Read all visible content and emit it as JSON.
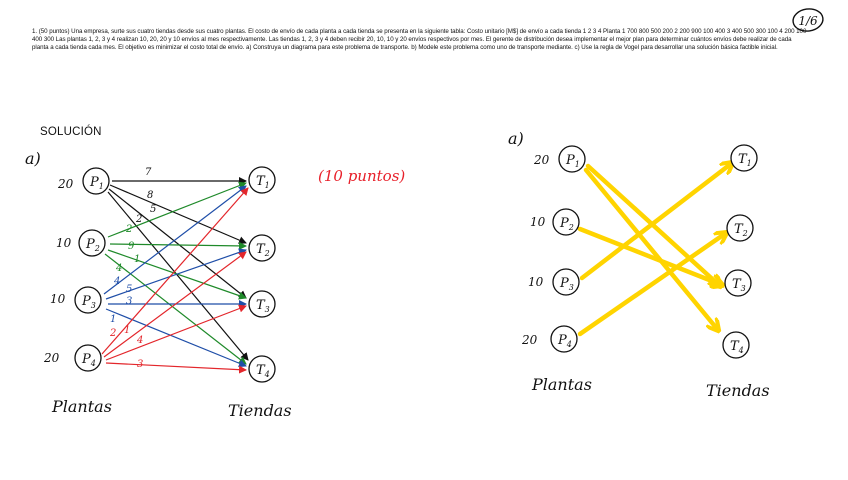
{
  "document": {
    "problem_text": "1. (50 puntos) Una empresa, surte sus cuatro tiendas desde sus cuatro plantas. El costo de envío de cada planta a cada tienda se presenta en la siguiente tabla: Costo unitario [M$] de envío a cada tienda 1 2 3 4 Planta 1 700 800 500 200 2 200 900 100 400 3 400 500 300 100 4 200 100 400 300 Las plantas 1, 2, 3 y 4 realizan 10, 20, 20 y 10 envíos al mes respectivamente. Las tiendas 1, 2, 3 y 4 deben recibir 20, 10, 10 y 20 envíos respectivos por mes. El gerente de distribución desea implementar el mejor plan para determinar cuántos envíos debe realizar de cada planta a cada tienda cada mes. El objetivo es minimizar el costo total de envío. a) Construya un diagrama para este problema de transporte. b) Modele este problema como uno de transporte mediante. c) Use la regla de Vogel para desarrollar una solución básica factible inicial.",
    "page_number": "1/6",
    "solution_heading": "SOLUCIÓN",
    "points_note": "(10 puntos)"
  },
  "diagram_left": {
    "part_label": "a)",
    "plants": [
      {
        "name": "P",
        "sub": "1",
        "supply": "20"
      },
      {
        "name": "P",
        "sub": "2",
        "supply": "10"
      },
      {
        "name": "P",
        "sub": "3",
        "supply": "10"
      },
      {
        "name": "P",
        "sub": "4",
        "supply": "20"
      }
    ],
    "stores": [
      {
        "name": "T",
        "sub": "1"
      },
      {
        "name": "T",
        "sub": "2"
      },
      {
        "name": "T",
        "sub": "3"
      },
      {
        "name": "T",
        "sub": "4"
      }
    ],
    "cost_labels": {
      "p1": [
        "7",
        "8",
        "5",
        "2"
      ],
      "p2": [
        "2",
        "9",
        "1",
        "4"
      ],
      "p3": [
        "4",
        "5",
        "3",
        "1"
      ],
      "p4": [
        "2",
        "1",
        "4",
        "3"
      ]
    },
    "footer_plants": "Plantas",
    "footer_stores": "Tiendas"
  },
  "diagram_right": {
    "part_label": "a)",
    "plants": [
      {
        "name": "P",
        "sub": "1",
        "supply": "20"
      },
      {
        "name": "P",
        "sub": "2",
        "supply": "10"
      },
      {
        "name": "P",
        "sub": "3",
        "supply": "10"
      },
      {
        "name": "P",
        "sub": "4",
        "supply": "20"
      }
    ],
    "stores": [
      {
        "name": "T",
        "sub": "1"
      },
      {
        "name": "T",
        "sub": "2"
      },
      {
        "name": "T",
        "sub": "3"
      },
      {
        "name": "T",
        "sub": "4"
      }
    ],
    "footer_plants": "Plantas",
    "footer_stores": "Tiendas"
  },
  "colors": {
    "p1_arrows": "#111111",
    "p2_arrows": "#1f8a2a",
    "p3_arrows": "#1f4ea8",
    "p4_arrows": "#e3262b",
    "solution_arrows": "#ffd400",
    "points_note": "#e8202a"
  }
}
